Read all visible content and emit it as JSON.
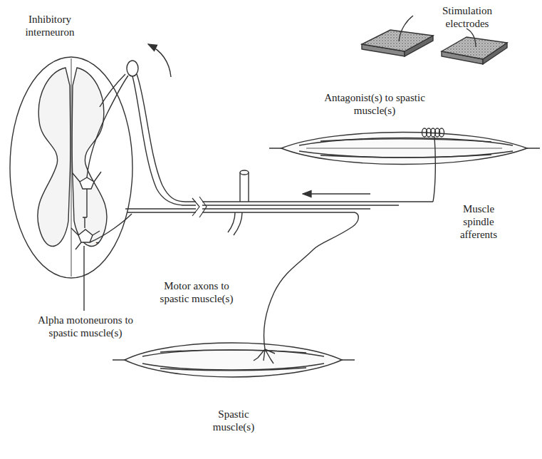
{
  "diagram": {
    "labels": [
      "Stimulation electrodes",
      "Antagonist(s) to spastic muscle(s)",
      "Inhibitory interneuron",
      "Muscle spindle afferents",
      "Motor axons to spastic muscle(s)",
      "Alpha motoneurons to spastic muscle(s)",
      "Spastic muscle(s)",
      "-"
    ]
  }
}
